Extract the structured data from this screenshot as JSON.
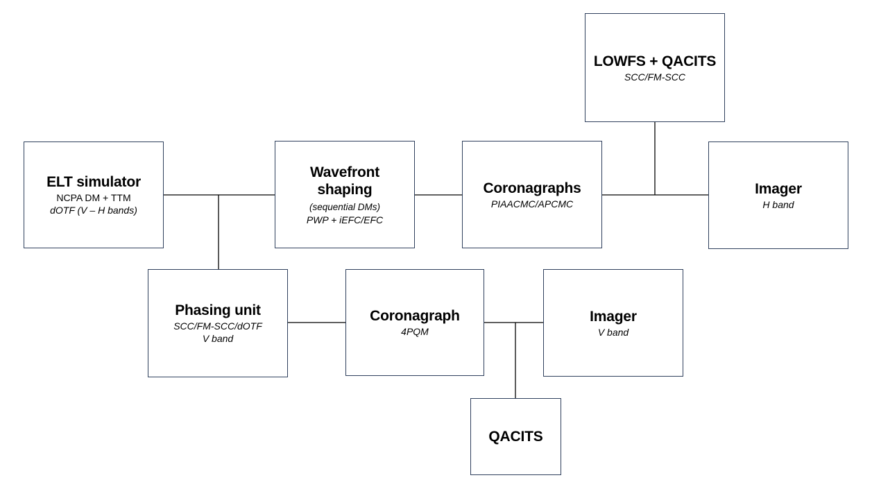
{
  "nodes": {
    "elt_simulator": {
      "title": "ELT simulator",
      "line1": "NCPA DM + TTM",
      "line2": "dOTF (V – H bands)"
    },
    "wavefront_shaping": {
      "title1": "Wavefront",
      "title2": "shaping",
      "line1": "(sequential DMs)",
      "line2": "PWP + iEFC/EFC"
    },
    "coronagraphs": {
      "title": "Coronagraphs",
      "line1": "PIAACMC/APCMC"
    },
    "lowfs_qacits": {
      "title": "LOWFS + QACITS",
      "line1": "SCC/FM-SCC"
    },
    "imager_h": {
      "title": "Imager",
      "line1": "H band"
    },
    "phasing_unit": {
      "title": "Phasing unit",
      "line1": "SCC/FM-SCC/dOTF",
      "line2": "V band"
    },
    "coronagraph": {
      "title": "Coronagraph",
      "line1": "4PQM"
    },
    "imager_v": {
      "title": "Imager",
      "line1": "V band"
    },
    "qacits": {
      "title": "QACITS"
    }
  },
  "colors": {
    "box_border": "#2e3f5c",
    "connector": "#000000",
    "background": "#ffffff"
  }
}
